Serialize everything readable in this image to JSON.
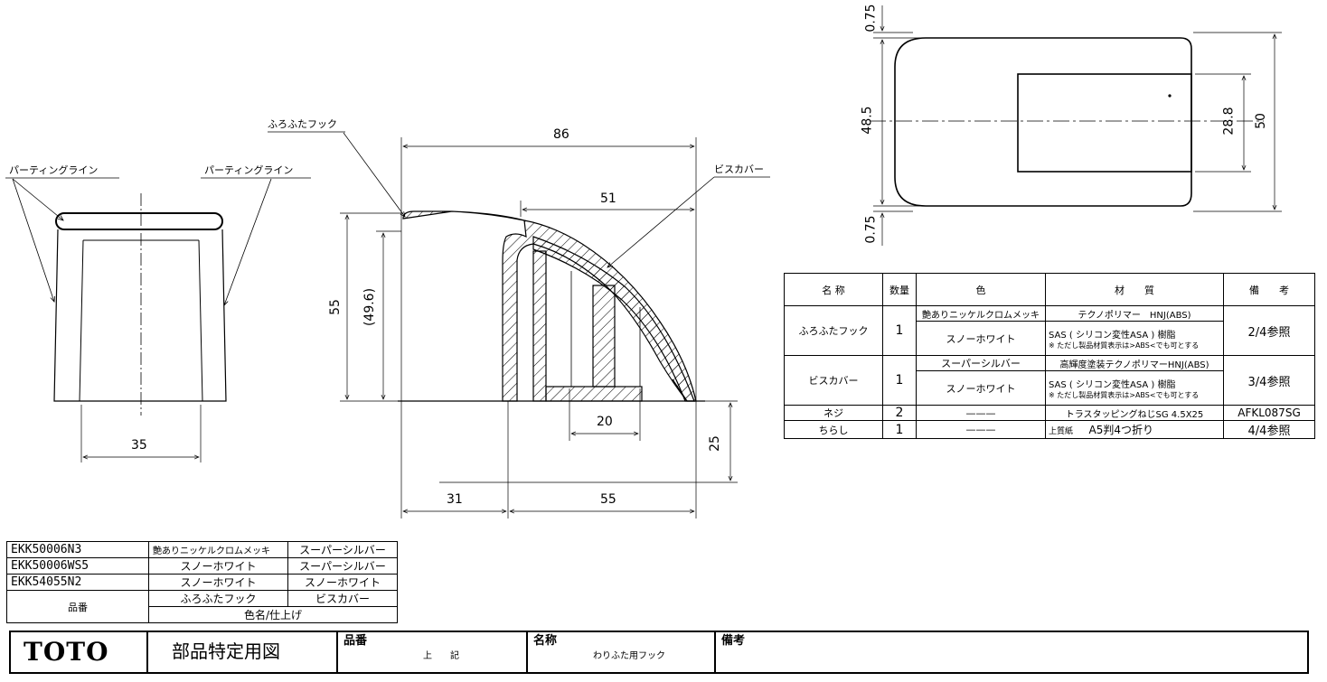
{
  "callouts": {
    "parting_line_left": "パーティングライン",
    "parting_line_right": "パーティングライン",
    "furo_futa_hook": "ふろふたフック",
    "bis_cover": "ビスカバー"
  },
  "dimensions": {
    "front_width": "35",
    "side_total_width": "86",
    "side_cover_width": "51",
    "side_height": "55",
    "side_inner_height": "(49.6)",
    "side_screw_spacing": "20",
    "side_offset_height": "25",
    "side_bottom_left": "31",
    "side_bottom_right": "55",
    "top_upper_margin": "0.75",
    "top_lower_margin": "0.75",
    "top_height_left": "48.5",
    "top_inner_height": "28.8",
    "top_total_height": "50"
  },
  "spec_table": {
    "headers": [
      "名 称",
      "数量",
      "色",
      "材　　質",
      "備　　考"
    ],
    "rows": [
      {
        "name": "ふろふたフック",
        "qty": "1",
        "colors": [
          "艶ありニッケルクロムメッキ",
          "スノーホワイト"
        ],
        "materials": [
          "テクノポリマー　HNJ(ABS)",
          "SAS ( シリコン変性ASA ) 樹脂"
        ],
        "material_note": "※ ただし製品材質表示は>ABS<でも可とする",
        "remarks": "2/4参照"
      },
      {
        "name": "ビスカバー",
        "qty": "1",
        "colors": [
          "スーパーシルバー",
          "スノーホワイト"
        ],
        "materials": [
          "高輝度塗装テクノポリマーHNJ(ABS)",
          "SAS ( シリコン変性ASA ) 樹脂"
        ],
        "material_note": "※ ただし製品材質表示は>ABS<でも可とする",
        "remarks": "3/4参照"
      },
      {
        "name": "ネジ",
        "qty": "2",
        "color": "———",
        "material": "トラスタッピングねじSG 4.5X25",
        "remarks": "AFKL087SG"
      },
      {
        "name": "ちらし",
        "qty": "1",
        "color": "———",
        "material_label": "上質紙",
        "material": "A5判4つ折り",
        "remarks": "4/4参照"
      }
    ]
  },
  "parts_table": {
    "rows": [
      {
        "code": "EKK50006N3",
        "hook": "艶ありニッケルクロムメッキ",
        "cover": "スーパーシルバー"
      },
      {
        "code": "EKK50006WS5",
        "hook": "スノーホワイト",
        "cover": "スーパーシルバー"
      },
      {
        "code": "EKK54055N2",
        "hook": "スノーホワイト",
        "cover": "スノーホワイト"
      }
    ],
    "code_header": "品番",
    "hook_header": "ふろふたフック",
    "cover_header": "ビスカバー",
    "finish_header": "色名/仕上げ"
  },
  "title_block": {
    "brand": "TOTO",
    "doc_title": "部品特定用図",
    "part_no_label": "品番",
    "part_no_value": "上　　記",
    "name_label": "名称",
    "name_value": "わりふた用フック",
    "remarks_label": "備考"
  }
}
